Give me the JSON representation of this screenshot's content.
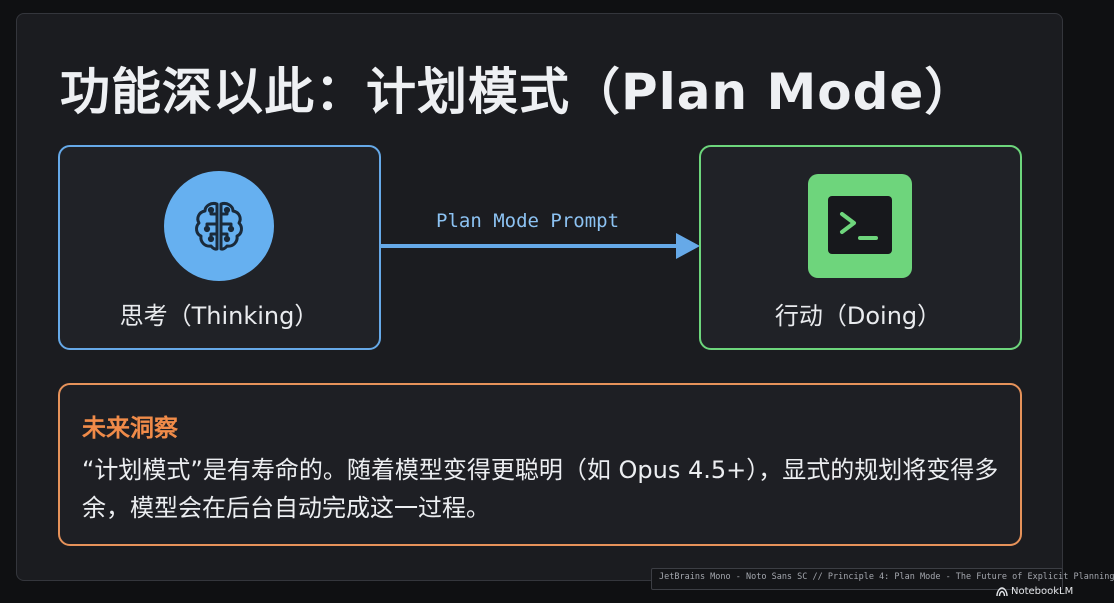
{
  "title": "功能深以此：计划模式（Plan Mode）",
  "flow": {
    "thinking": {
      "label": "思考（Thinking）",
      "icon": "brain-icon",
      "color": "#66a9e8"
    },
    "arrow_label": "Plan Mode Prompt",
    "doing": {
      "label": "行动（Doing）",
      "icon": "terminal-icon",
      "color": "#6dd67c"
    }
  },
  "insight": {
    "title": "未来洞察",
    "body": "“计划模式”是有寿命的。随着模型变得更聪明（如 Opus 4.5+），显式的规划将变得多余，模型会在后台自动完成这一过程。",
    "accent": "#f08b49"
  },
  "footer": {
    "caption": "JetBrains Mono - Noto Sans SC // Principle 4: Plan Mode - The Future of Explicit Planning",
    "badge": "NotebookLM"
  }
}
